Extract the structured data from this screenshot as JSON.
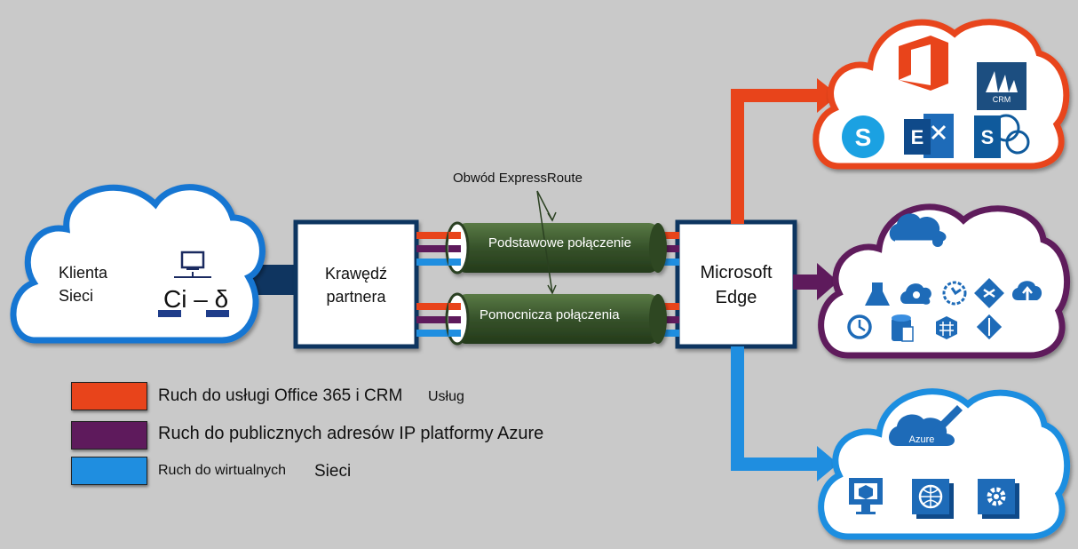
{
  "customer_network": {
    "label_line1": "Klienta",
    "label_line2": "Sieci",
    "symbol_text": "Ci – δ"
  },
  "partner_edge": {
    "label_line1": "Krawędź",
    "label_line2": "partnera"
  },
  "microsoft_edge": {
    "label_line1": "Microsoft",
    "label_line2": "Edge"
  },
  "circuit_label": "Obwód ExpressRoute",
  "connections": {
    "primary": "Podstawowe połączenie",
    "secondary": "Pomocnicza połączenia"
  },
  "clouds": {
    "office": {
      "crm_badge": "CRM",
      "icons": [
        "office-icon",
        "dynamics-crm-icon",
        "skype-icon",
        "exchange-icon",
        "sharepoint-icon"
      ]
    },
    "public": {
      "icons": [
        "azure-cloud-icon",
        "lab-icon",
        "cloud-gear-icon",
        "scheduler-icon",
        "media-icon",
        "cloud-upload-icon",
        "clock-icon",
        "storage-icon",
        "table-icon",
        "diamond-icon"
      ]
    },
    "azure": {
      "badge": "Azure",
      "icons": [
        "vm-icon",
        "web-icon",
        "settings-icon"
      ]
    }
  },
  "legend": {
    "office": {
      "text": "Ruch do usługi Office 365 i CRM",
      "suffix": "Usług"
    },
    "public": {
      "text": "Ruch do publicznych adresów IP platformy Azure"
    },
    "virtual": {
      "text": "Ruch do wirtualnych",
      "suffix": "Sieci"
    }
  },
  "colors": {
    "background": "#c9c9c9",
    "office": "#e8441b",
    "public": "#5e1a5c",
    "virtual": "#1f8ee0",
    "cloud_blue": "#1976d2",
    "tube": "#3b5a2a",
    "dark_navy": "#0f3560",
    "icon_blue": "#1e6bb8"
  }
}
